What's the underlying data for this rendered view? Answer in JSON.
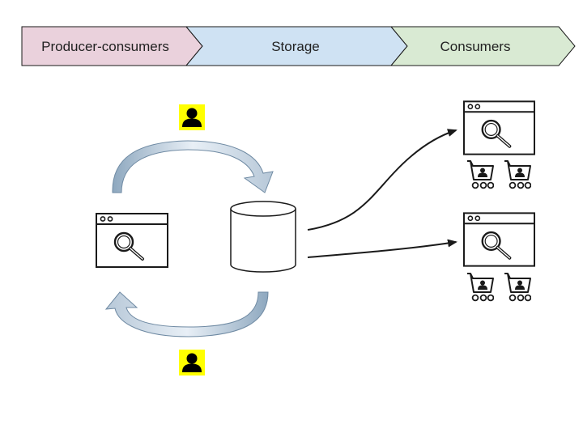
{
  "stages": [
    {
      "label": "Producer-consumers",
      "fill": "#ead1dc"
    },
    {
      "label": "Storage",
      "fill": "#cfe2f3"
    },
    {
      "label": "Consumers",
      "fill": "#d9ead3"
    }
  ],
  "colors": {
    "stroke": "#1a1a1a",
    "cycle_arrow_light": "#f4f8fb",
    "cycle_arrow_dark": "#8ea8bf",
    "user_badge_bg": "#ffff00",
    "user_icon": "#000000"
  },
  "icons": {
    "producer_app": "browser-search-icon",
    "storage": "database-cylinder-icon",
    "user": "user-icon",
    "consumer_app": "browser-search-icon",
    "shopper": "shopping-cart-user-icon"
  }
}
